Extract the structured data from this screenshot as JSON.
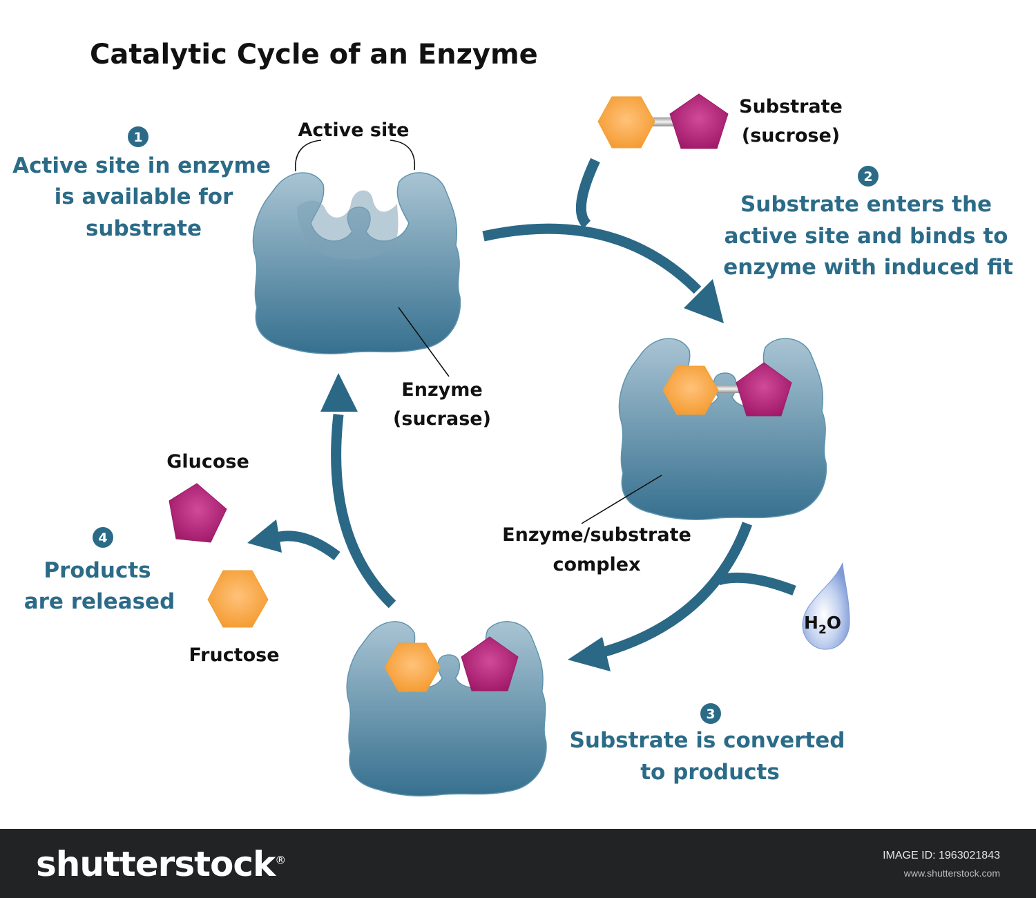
{
  "title": "Catalytic Cycle of an Enzyme",
  "labels": {
    "active_site": "Active site",
    "enzyme_line1": "Enzyme",
    "enzyme_line2": "(sucrase)",
    "substrate_line1": "Substrate",
    "substrate_line2": "(sucrose)",
    "complex_line1": "Enzyme/substrate",
    "complex_line2": "complex",
    "glucose": "Glucose",
    "fructose": "Fructose",
    "water_main": "H",
    "water_sub": "2",
    "water_end": "O"
  },
  "steps": [
    {
      "number": "1",
      "lines": [
        "Active site in enzyme",
        "is available for",
        "substrate"
      ]
    },
    {
      "number": "2",
      "lines": [
        "Substrate enters the",
        "active site and binds to",
        "enzyme with induced fit"
      ]
    },
    {
      "number": "3",
      "lines": [
        "Substrate is converted",
        "to products"
      ]
    },
    {
      "number": "4",
      "lines": [
        "Products",
        "are released"
      ]
    }
  ],
  "colors": {
    "step_text": "#2b6b88",
    "arrow": "#2a6886",
    "enzyme_top": "#a9c4d3",
    "enzyme_bottom": "#36708f",
    "hexagon_fructose": "#f7a23e",
    "pentagon_glucose": "#b0217a",
    "water": "#8fa8dd"
  },
  "footer": {
    "brand": "shutterstock",
    "brand_mark": "®",
    "image_id_label": "IMAGE ID: 1963021843",
    "site": "www.shutterstock.com"
  }
}
